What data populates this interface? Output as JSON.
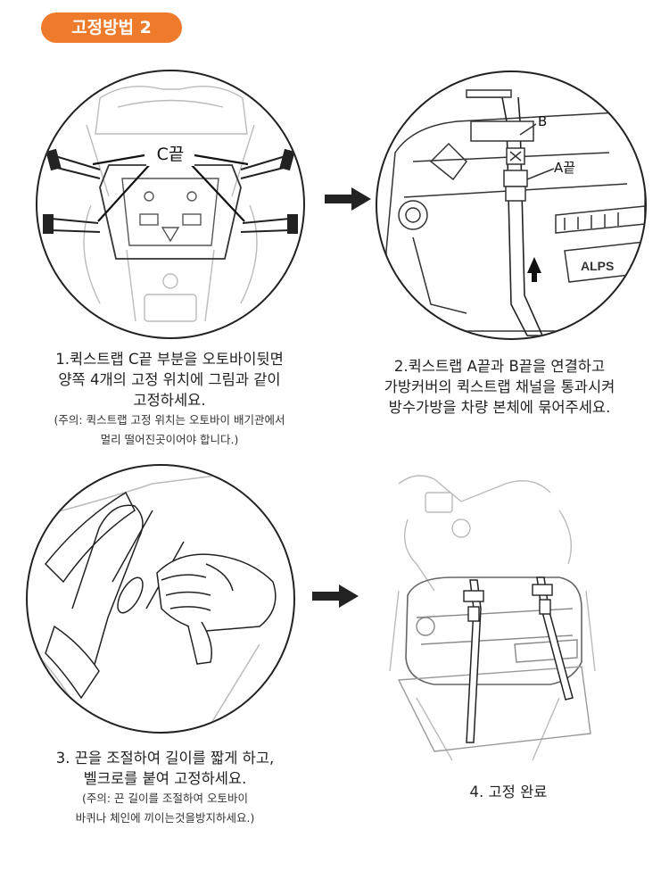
{
  "badge": {
    "label": "고정방법 2",
    "color": "#ee7a2c"
  },
  "steps": [
    {
      "callout": "C끝",
      "lines": [
        "1.퀵스트랩 C끝 부분을 오토바이뒷면",
        "양쪽 4개의 고정 위치에 그림과 같이",
        "고정하세요."
      ],
      "notes": [
        "(주의: 퀵스트랩 고정 위치는 오토바이 배기관에서",
        "멀리 떨어진곳이어야 합니다.)"
      ]
    },
    {
      "callout_b": "B",
      "callout_a": "A끝",
      "lines": [
        "2.퀵스트랩 A끝과 B끝을 연결하고",
        "가방커버의 퀵스트랩 채널을 통과시켜",
        "방수가방을 차량 본체에 묶어주세요."
      ],
      "notes": []
    },
    {
      "lines": [
        "3. 끈을 조절하여 길이를 짧게 하고,",
        "벨크로를 붙여 고정하세요."
      ],
      "notes": [
        "(주의: 끈 길이를 조절하여 오토바이",
        "바퀴나 체인에 끼이는것을방지하세요.)"
      ]
    },
    {
      "lines": [
        "4. 고정 완료"
      ],
      "notes": []
    }
  ],
  "icons": {
    "arrow_1": "right-arrow-icon",
    "arrow_2": "right-arrow-icon",
    "up_arrow": "up-arrow-icon"
  }
}
